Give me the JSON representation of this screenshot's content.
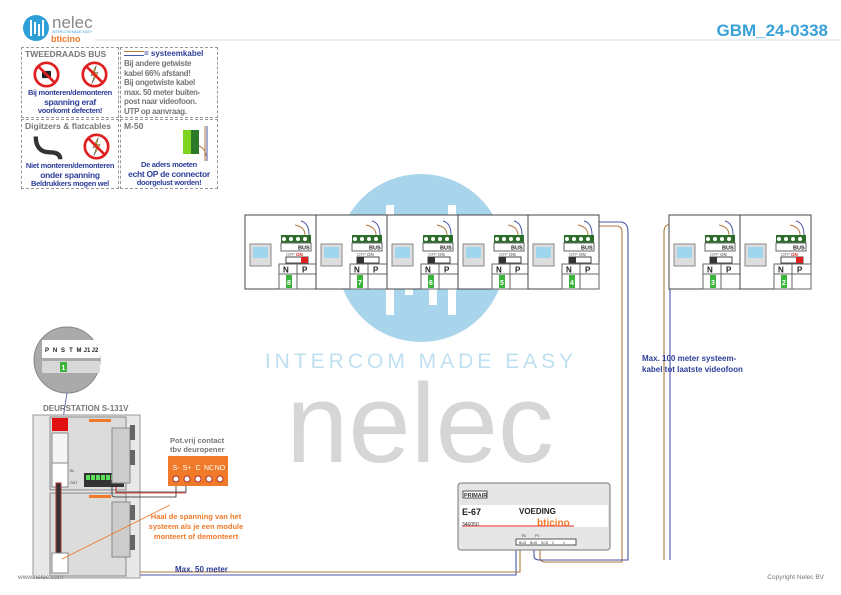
{
  "header": {
    "logo_name": "nelec",
    "logo_tagline": "INTERCOM MADE EASY",
    "logo_brand": "bticino",
    "document_code": "GBM_24-0338"
  },
  "info_boxes": {
    "bus": {
      "title": "TWEEDRAADS BUS",
      "line1": "Bij monteren/demonteren",
      "line2": "spanning eraf",
      "line3": "voorkomt defecten!"
    },
    "cable": {
      "legend": "= systeemkabel",
      "lines": [
        "Bij andere getwiste",
        "kabel 66% afstand!",
        "Bij ongetwiste kabel",
        "max. 50 meter buiten-",
        "post naar videofoon.",
        "UTP op aanvraag."
      ]
    },
    "digitizers": {
      "title": "Digitzers & flatcables",
      "line1": "Niet monteren/demonteren",
      "line2": "onder spanning",
      "line3": "Beldrukkers mogen wel"
    },
    "m50": {
      "title": "M-50",
      "line1": "De aders moeten",
      "line2": "echt OP de connector",
      "line3": "doorgelust worden!"
    }
  },
  "watermark": {
    "name": "nelec",
    "tagline": "INTERCOM MADE EASY"
  },
  "videophones": [
    {
      "number": "8",
      "switch": "ON"
    },
    {
      "number": "7",
      "switch": "OFF"
    },
    {
      "number": "6",
      "switch": "OFF"
    },
    {
      "number": "5",
      "switch": "OFF"
    },
    {
      "number": "4",
      "switch": "OFF"
    },
    {
      "number": "3",
      "switch": "OFF"
    },
    {
      "number": "2",
      "switch": "ON"
    }
  ],
  "videophone_labels": {
    "bus": "BUS",
    "off": "OFF",
    "on": "ON",
    "n": "N",
    "p": "P"
  },
  "door_station": {
    "title": "DEURSTATION S-131V",
    "terminals": [
      "P",
      "N",
      "S",
      "T",
      "M",
      "J1",
      "J2"
    ],
    "address": "1",
    "in_label": "IN",
    "out_label": "OUT"
  },
  "contact": {
    "title1": "Pot.vrij contact",
    "title2": "tbv deuropener",
    "terminals": [
      "S-",
      "S+",
      "C",
      "NC",
      "NO"
    ]
  },
  "notes": {
    "warning1": "Haal de spanning van het",
    "warning2": "systeem als je een module",
    "warning3": "monteert of demonteert",
    "max50": "Max. 50 meter",
    "max100_1": "Max. 100 meter systeem-",
    "max100_2": "kabel tot laatste videofoon"
  },
  "power_supply": {
    "primary": "PRIMAIR",
    "model": "E-67",
    "name": "VOEDING",
    "part": "346050",
    "brand": "bticino",
    "tk": "TK",
    "pi": "PI",
    "terms": [
      "BUS",
      "BUS",
      "SCS",
      "2",
      "1"
    ]
  },
  "footer": {
    "website": "www.nelec.com",
    "copyright": "Copyright Nelec BV"
  },
  "colors": {
    "accent": "#3aa0d8",
    "brown": "#b07a40",
    "blue": "#4a56a6",
    "orange": "#f07a2a",
    "green": "#3cb43c"
  }
}
